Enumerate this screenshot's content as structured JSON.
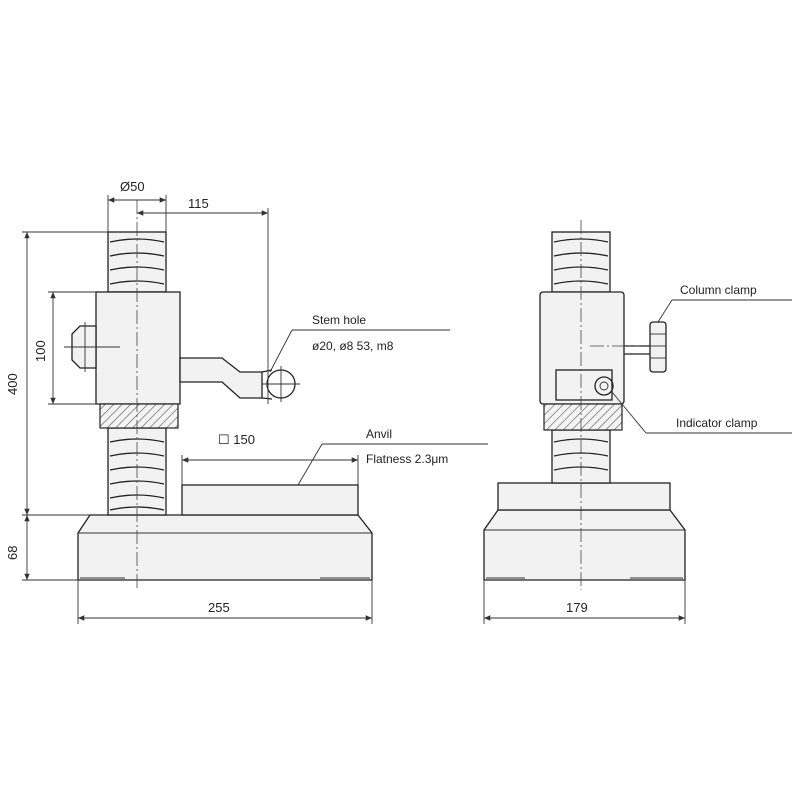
{
  "labels": {
    "dia_column": "Ø50",
    "reach": "115",
    "height": "400",
    "holder_height": "100",
    "base_height": "68",
    "base_width_front": "255",
    "base_width_side": "179",
    "anvil_size": "☐ 150",
    "stem_hole_line1": "Stem hole",
    "stem_hole_line2": "ø20, ø8 53, m8",
    "anvil_line1": "Anvil",
    "anvil_line2": "Flatness 2.3μm",
    "column_clamp": "Column clamp",
    "indicator_clamp": "Indicator clamp"
  }
}
